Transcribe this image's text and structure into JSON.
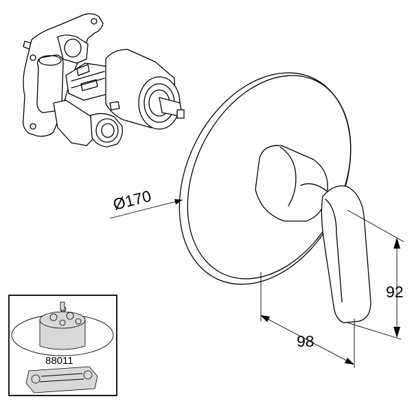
{
  "dimensions": {
    "diameter": "Ø170",
    "height": "92",
    "depth": "98"
  },
  "inset": {
    "part_number": "88011"
  }
}
